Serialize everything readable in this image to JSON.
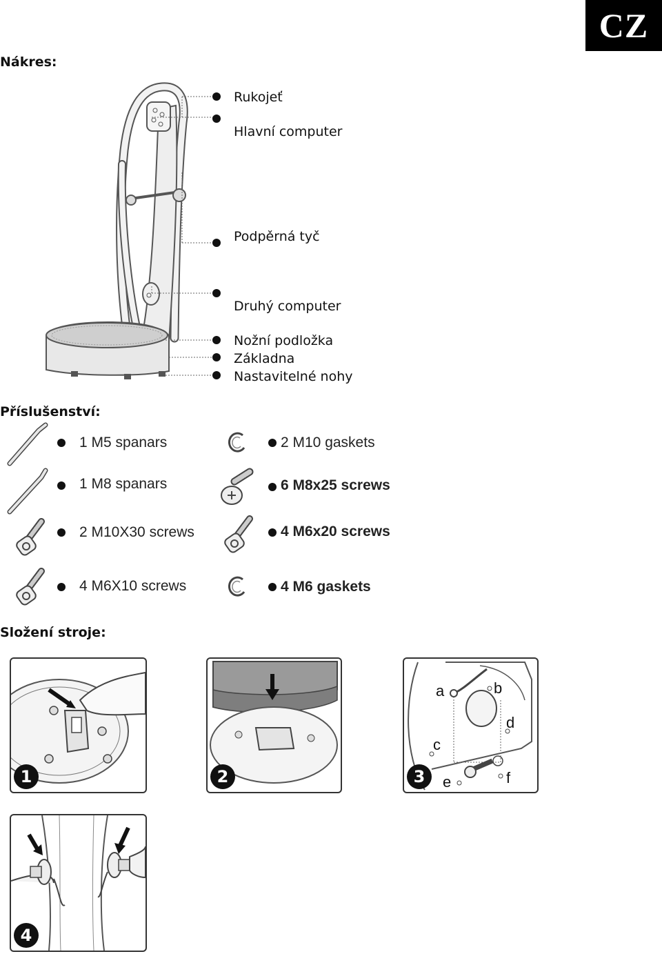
{
  "badge": {
    "label": "CZ"
  },
  "diagram": {
    "heading": "Nákres:",
    "parts": [
      {
        "label": "Rukojeť"
      },
      {
        "label": "Hlavní computer"
      },
      {
        "label": "Podpěrná tyč"
      },
      {
        "label": "Druhý computer"
      },
      {
        "label": "Nožní podložka"
      },
      {
        "label": "Základna"
      },
      {
        "label": "Nastavitelné nohy"
      }
    ]
  },
  "accessories": {
    "heading": "Příslušenství:",
    "items": [
      {
        "label": "1 M5 spanars",
        "icon": "allen-key-icon"
      },
      {
        "label": "2 M10 gaskets",
        "icon": "washer-icon"
      },
      {
        "label": "1 M8 spanars",
        "icon": "allen-key-icon"
      },
      {
        "label": "6 M8x25 screws",
        "icon": "round-head-screw-icon"
      },
      {
        "label": "2 M10X30 screws",
        "icon": "socket-screw-icon"
      },
      {
        "label": "4 M6x20 screws",
        "icon": "socket-screw-icon"
      },
      {
        "label": "4 M6X10 screws",
        "icon": "socket-screw-icon"
      },
      {
        "label": "4 M6 gaskets",
        "icon": "washer-icon"
      }
    ]
  },
  "assembly": {
    "heading": "Složení stroje:",
    "steps": [
      {
        "number": "1"
      },
      {
        "number": "2"
      },
      {
        "number": "3",
        "labels": [
          "a",
          "b",
          "c",
          "d",
          "e",
          "f"
        ]
      },
      {
        "number": "4"
      }
    ]
  }
}
